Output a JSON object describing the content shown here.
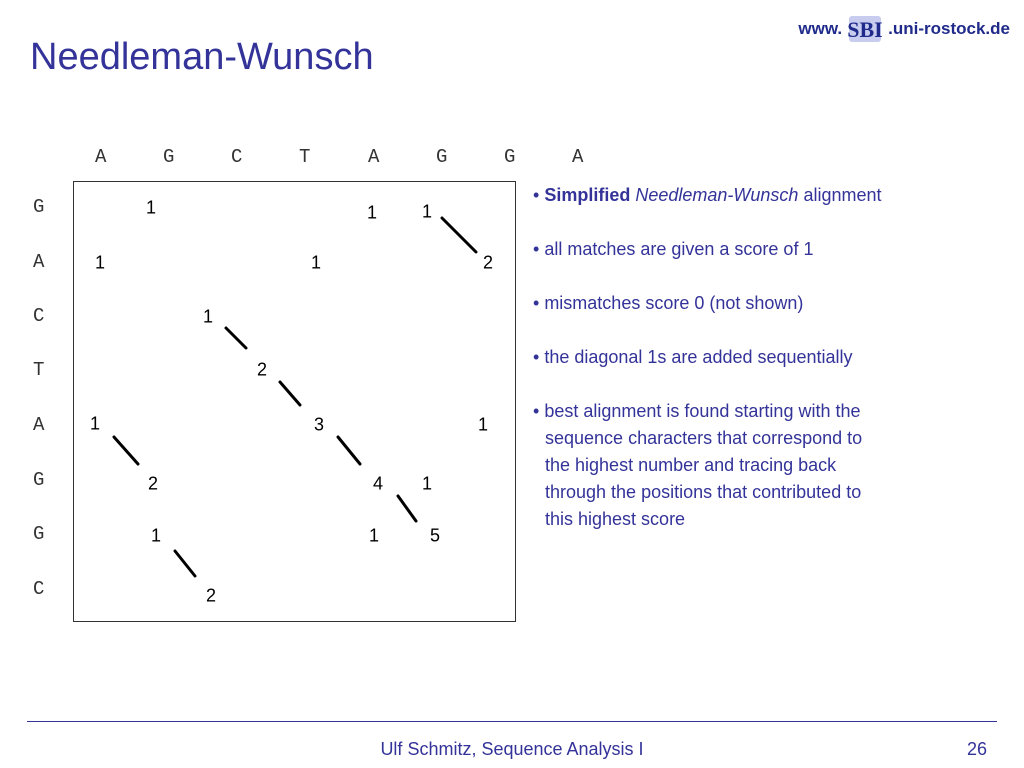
{
  "title": "Needleman-Wunsch",
  "logo": {
    "prefix": "www.",
    "badge": "SBI",
    "suffix": ".uni-rostock.de"
  },
  "matrix": {
    "columns": [
      "A",
      "G",
      "C",
      "T",
      "A",
      "G",
      "G",
      "A"
    ],
    "rows": [
      "G",
      "A",
      "C",
      "T",
      "A",
      "G",
      "G",
      "C"
    ],
    "cells": [
      {
        "value": "1"
      },
      {
        "value": "1"
      },
      {
        "value": "1"
      },
      {
        "value": "1"
      },
      {
        "value": "1"
      },
      {
        "value": "2"
      },
      {
        "value": "1"
      },
      {
        "value": "2"
      },
      {
        "value": "1"
      },
      {
        "value": "3"
      },
      {
        "value": "1"
      },
      {
        "value": "2"
      },
      {
        "value": "4"
      },
      {
        "value": "1"
      },
      {
        "value": "1"
      },
      {
        "value": "1"
      },
      {
        "value": "5"
      },
      {
        "value": "2"
      }
    ]
  },
  "bullets": [
    {
      "bold": "Simplified",
      "italic": "Needleman-Wunsch",
      "rest": "alignment"
    },
    {
      "text": "all matches are given a score of 1"
    },
    {
      "text": "mismatches score 0 (not shown)"
    },
    {
      "text": "the diagonal 1s are added sequentially"
    },
    {
      "lines": [
        "best alignment is found starting with the",
        "sequence characters that correspond to",
        "the highest number and tracing back",
        "through the positions that contributed to",
        "this highest score"
      ]
    }
  ],
  "footer": {
    "author": "Ulf Schmitz, Sequence Analysis I",
    "page": "26"
  }
}
